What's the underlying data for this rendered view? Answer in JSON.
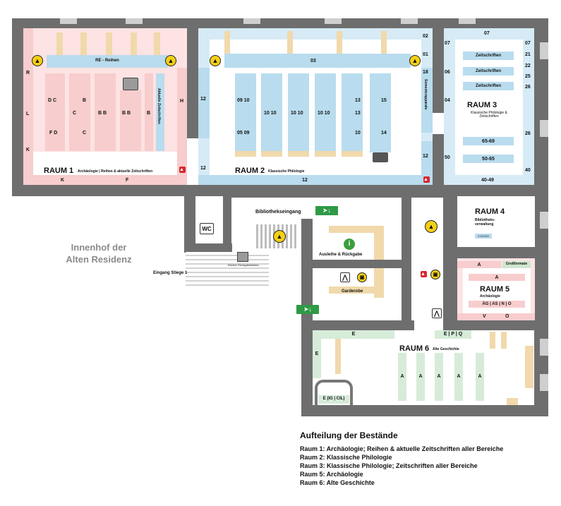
{
  "courtyard": {
    "line1": "Innenhof der",
    "line2": "Alten Residenz"
  },
  "rooms": {
    "r1": {
      "name": "RAUM 1",
      "subtitle": "Archäologie | Reihen & aktuelle Zeitschriften"
    },
    "r2": {
      "name": "RAUM 2",
      "subtitle": "Klassische Philologie"
    },
    "r3": {
      "name": "RAUM 3",
      "subtitle": "Klassische Philologie & Zeitschriften"
    },
    "r4": {
      "name": "RAUM 4",
      "subtitle": "Bibliotheks-verwaltung",
      "tag": "CO/CRO"
    },
    "r5": {
      "name": "RAUM 5",
      "subtitle": "Archäologie"
    },
    "r6": {
      "name": "RAUM 6",
      "subtitle": "Alte Geschichte"
    }
  },
  "labels": {
    "re_reihen": "RE - Reihen",
    "aktuelle": "Aktuelle Zeitschriften",
    "semesterapparate": "Semesterapparate",
    "wc": "WC",
    "bibliothekseingang": "Bibliothekseingang",
    "eingang_stiege": "Eingang Stiege 1",
    "rueckgabe_kasten": "Bücher-Rückgabekasten",
    "ausleihe": "Ausleihe & Rückgabe",
    "garderobe": "Garderobe",
    "grossformate": "Großformate"
  },
  "room1_shelves": {
    "R": "R",
    "L": "L",
    "K": "K",
    "H": "H",
    "K_bottom": "K",
    "F_bottom": "F",
    "cols": [
      "D C",
      "B",
      "C",
      "B B",
      "B B",
      "B",
      "F D",
      "C"
    ]
  },
  "room2_shelves": {
    "n12a": "12",
    "n12b": "12",
    "n12c": "12",
    "n03": "03",
    "cols_top": [
      "09 10",
      "10 10",
      "10 10",
      "10 10",
      "13",
      "15"
    ],
    "cols_bottom": [
      "05 09",
      "10",
      "13",
      "14"
    ]
  },
  "room3_shelves": {
    "n02": "02",
    "n01": "01",
    "n18": "18",
    "n04": "04",
    "n12": "12",
    "n50": "50",
    "n07top": "07",
    "n07l": "07",
    "n06": "06",
    "n07r": "07",
    "n21": "21",
    "n22": "22",
    "n25": "25",
    "n26a": "26",
    "n26b": "26",
    "n40": "40",
    "zs1": "Zeitschriften",
    "zs2": "Zeitschriften",
    "zs3": "Zeitschriften",
    "r6569": "65-69",
    "r5065": "50-65",
    "r4049": "40-49"
  },
  "room5_shelves": {
    "a1": "A",
    "a2": "A",
    "mid": "ÄG | AS | N | O",
    "v": "V",
    "o": "O"
  },
  "room6_shelves": {
    "e1": "E",
    "e2": "E",
    "epq": "E | P | Q",
    "a": "A",
    "eigcil": "E (IG | CIL)"
  },
  "legend": {
    "title": "Aufteilung der Bestände",
    "items": [
      "Raum 1: Archäologie; Reihen & aktuelle Zeitschriften aller Bereiche",
      "Raum 2: Klassische Philologie",
      "Raum 3: Klassische Philologie; Zeitschriften aller Bereiche",
      "Raum 5: Archäologie",
      "Raum 6: Alte Geschichte"
    ]
  },
  "icons": {
    "info": "info-icon",
    "lock": "lock-icon",
    "person": "person-icon",
    "hanger": "hanger-icon",
    "exit": "emergency-exit-icon",
    "fire": "fire-extinguisher-icon",
    "copier": "copier-icon",
    "scanner": "scanner-icon"
  },
  "colors": {
    "wall": "#6e6e6e",
    "pink": "#fde3e3",
    "blue": "#d6ebf6",
    "tan": "#f1d9ab",
    "green": "#d6ecd9",
    "yellow": "#f4cf16",
    "exit": "#2f9a45",
    "fire": "#d7262c"
  }
}
